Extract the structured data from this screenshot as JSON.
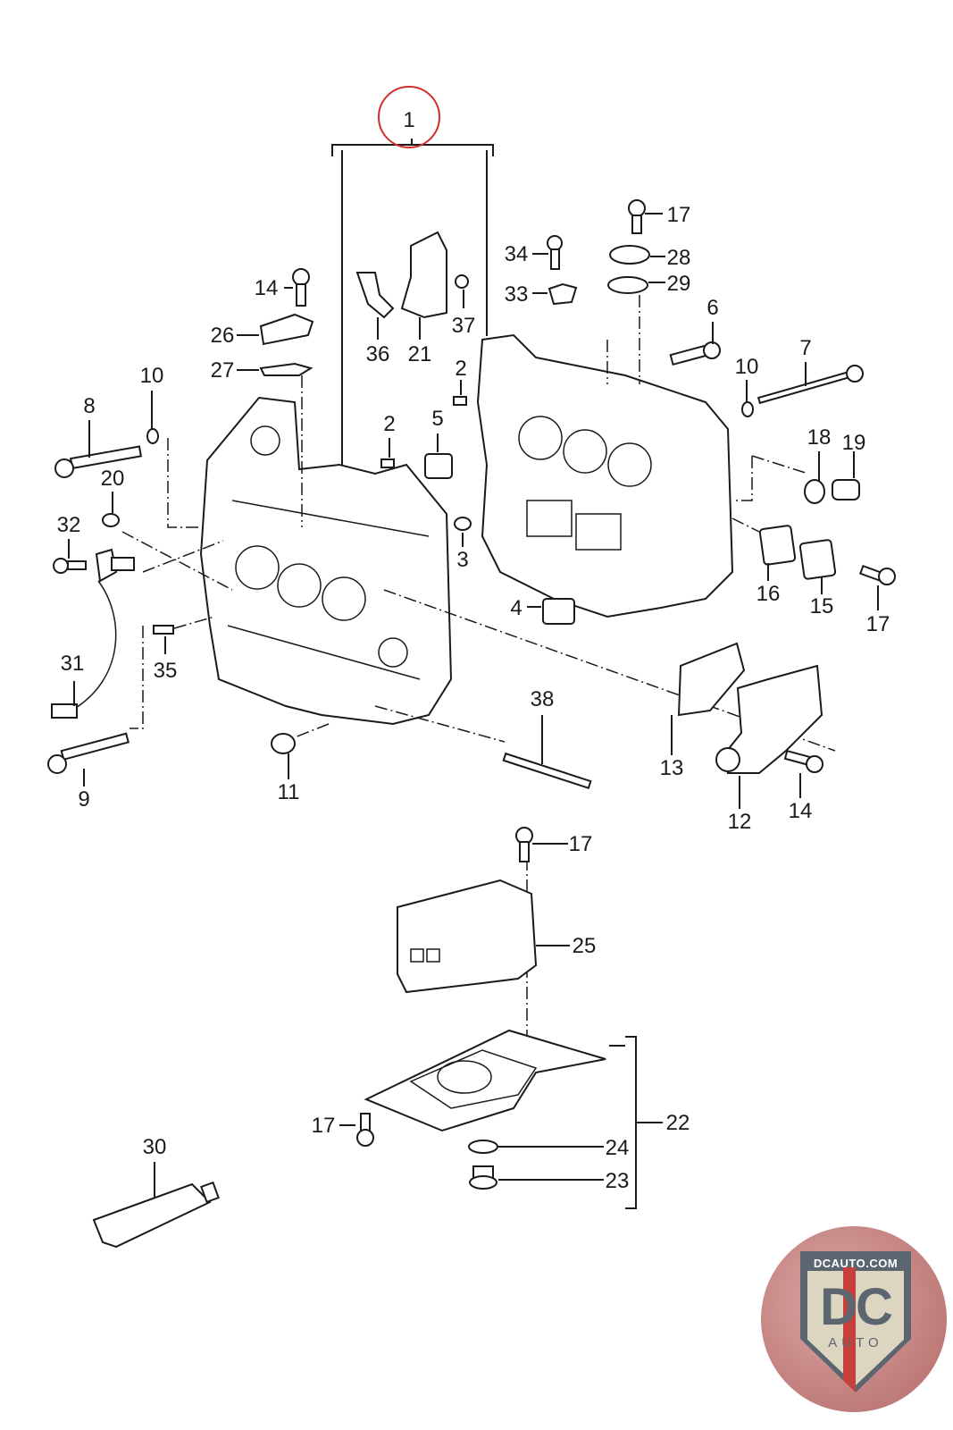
{
  "diagram": {
    "title": "Crankcase exploded parts diagram",
    "highlight_color": "#d0302b",
    "line_color": "#1a1a1a",
    "highlighted_callout": "1",
    "callouts": {
      "c1": "1",
      "c2a": "2",
      "c2b": "2",
      "c3": "3",
      "c4": "4",
      "c5": "5",
      "c6": "6",
      "c7": "7",
      "c8": "8",
      "c9": "9",
      "c10a": "10",
      "c10b": "10",
      "c11": "11",
      "c12": "12",
      "c13": "13",
      "c14a": "14",
      "c14b": "14",
      "c15": "15",
      "c16": "16",
      "c17a": "17",
      "c17b": "17",
      "c17c": "17",
      "c17d": "17",
      "c18": "18",
      "c19": "19",
      "c20": "20",
      "c21": "21",
      "c22": "22",
      "c23": "23",
      "c24": "24",
      "c25": "25",
      "c26": "26",
      "c27": "27",
      "c28": "28",
      "c29": "29",
      "c30": "30",
      "c31": "31",
      "c32": "32",
      "c33": "33",
      "c34": "34",
      "c35": "35",
      "c36": "36",
      "c37": "37",
      "c38": "38"
    }
  },
  "logo": {
    "site": "DCAUTO.COM",
    "mark": "DC",
    "sub": "AUTO",
    "colors": {
      "badge": "#bf7c79",
      "shield": "#5c6670",
      "stripe": "#c8403b",
      "field": "#dcd6c0"
    }
  }
}
